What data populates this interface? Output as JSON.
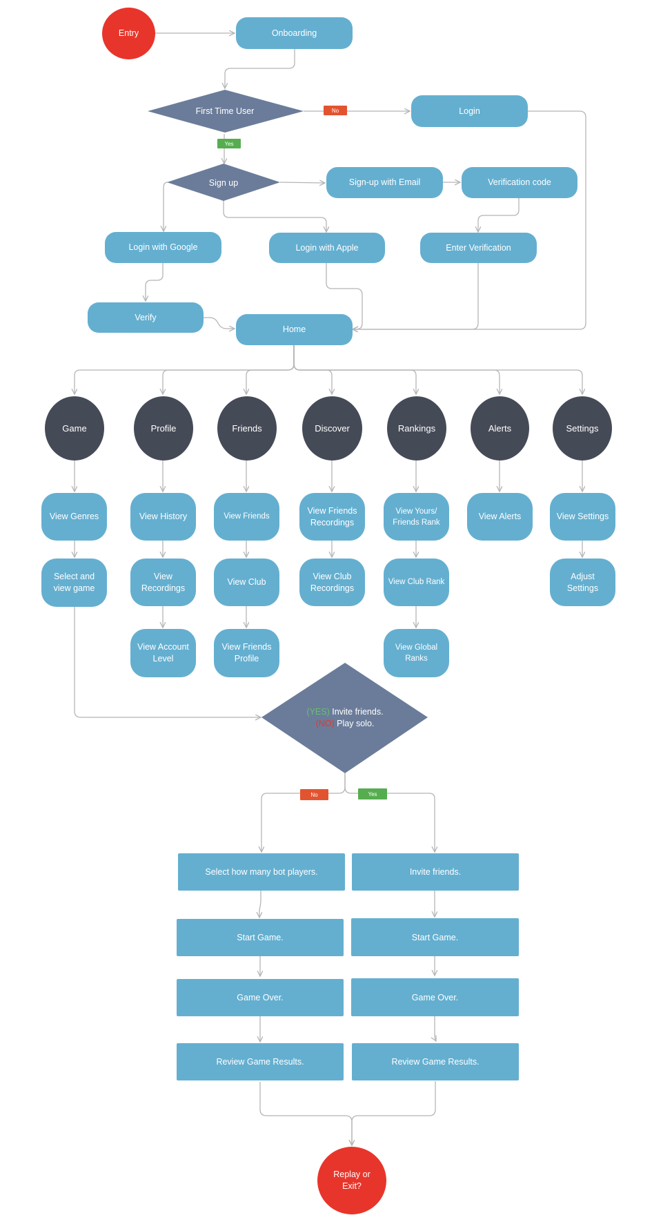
{
  "colors": {
    "pill": "#64afd0",
    "decision": "#6b7c9a",
    "terminal": "#e8352b",
    "section": "#454a57",
    "edge": "#b5b5b5",
    "tag_no": "#e2542f",
    "tag_yes": "#55ad4f"
  },
  "nodes": {
    "entry": "Entry",
    "onboarding": "Onboarding",
    "first_time_user": "First Time User",
    "login": "Login",
    "sign_up": "Sign up",
    "signup_email": "Sign-up with Email",
    "verification_code": "Verification code",
    "login_google": "Login with Google",
    "login_apple": "Login with Apple",
    "enter_verification": "Enter Verification",
    "verify": "Verify",
    "home": "Home",
    "replay_exit": "Replay or\nExit?"
  },
  "edge_labels": {
    "no": "No",
    "yes": "Yes"
  },
  "sections": [
    {
      "title": "Game",
      "items": [
        "View Genres",
        "Select and\nview game"
      ]
    },
    {
      "title": "Profile",
      "items": [
        "View History",
        "View\nRecordings",
        "View Account\nLevel"
      ]
    },
    {
      "title": "Friends",
      "items": [
        "View Friends",
        "View Club",
        "View Friends\nProfile"
      ]
    },
    {
      "title": "Discover",
      "items": [
        "View Friends\nRecordings",
        "View Club\nRecordings"
      ]
    },
    {
      "title": "Rankings",
      "items": [
        "View Yours/\nFriends Rank",
        "View Club Rank",
        "View Global\nRanks"
      ]
    },
    {
      "title": "Alerts",
      "items": [
        "View Alerts"
      ]
    },
    {
      "title": "Settings",
      "items": [
        "View Settings",
        "Adjust\nSettings"
      ]
    }
  ],
  "invite_decision": {
    "yes_word": "(YES)",
    "yes_text": " Invite friends.",
    "no_word": "(NO)",
    "no_text": " Play solo."
  },
  "solo_branch": [
    "Select how many bot players.",
    "Start Game.",
    "Game Over.",
    "Review Game Results."
  ],
  "invite_branch": [
    "Invite friends.",
    "Start Game.",
    "Game Over.",
    "Review Game Results."
  ]
}
